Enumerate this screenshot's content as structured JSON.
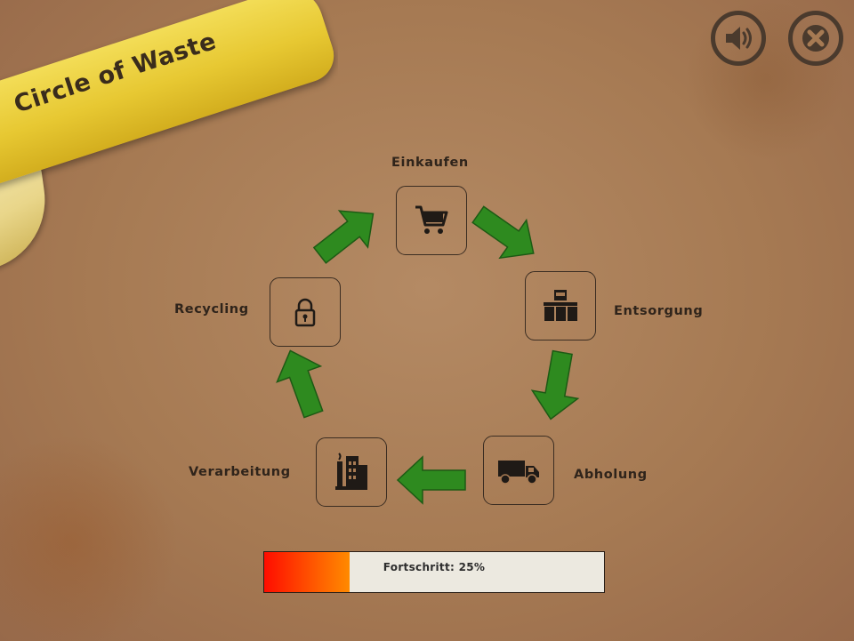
{
  "game": {
    "title": "Circle of Waste"
  },
  "controls": {
    "sound_icon": "speaker-icon",
    "close_icon": "close-icon"
  },
  "stations": [
    {
      "label": "Einkaufen",
      "icon": "shopping-cart-icon"
    },
    {
      "label": "Entsorgung",
      "icon": "waste-bins-icon"
    },
    {
      "label": "Abholung",
      "icon": "garbage-truck-icon"
    },
    {
      "label": "Verarbeitung",
      "icon": "factory-icon"
    },
    {
      "label": "Recycling",
      "icon": "padlock-icon"
    }
  ],
  "progress": {
    "text": "Fortschritt: 25%",
    "value": 0.25
  },
  "colors": {
    "arrow": "#2e8a1f",
    "progress_start": "#ff0d00",
    "progress_end": "#ff8a00",
    "banner": "#e7c832"
  }
}
